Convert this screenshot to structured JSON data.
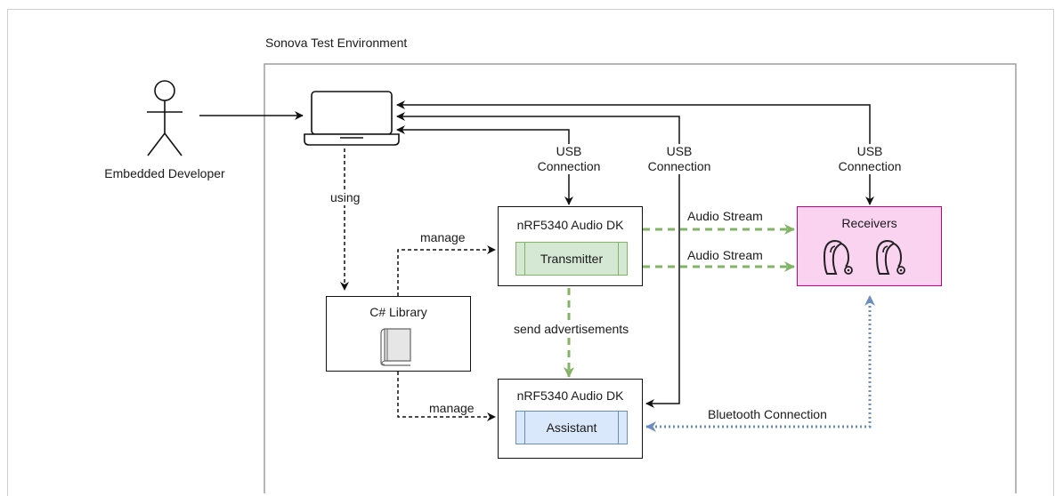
{
  "environment": {
    "title": "Sonova Test Environment"
  },
  "actor": {
    "label": "Embedded Developer"
  },
  "edges": {
    "using": "using",
    "manage_top": "manage",
    "manage_bottom": "manage",
    "usb_1": "USB\nConnection",
    "usb_2": "USB\nConnection",
    "usb_3": "USB\nConnection",
    "audio_stream_1": "Audio Stream",
    "audio_stream_2": "Audio Stream",
    "send_advertisements": "send advertisements",
    "bluetooth": "Bluetooth Connection"
  },
  "nodes": {
    "library": {
      "title": "C# Library"
    },
    "transmitter_dk": {
      "title": "nRF5340 Audio DK",
      "inner": "Transmitter"
    },
    "assistant_dk": {
      "title": "nRF5340 Audio DK",
      "inner": "Assistant"
    },
    "receivers": {
      "title": "Receivers"
    }
  },
  "colors": {
    "stroke": "#111111",
    "env_border": "#9e9e9e",
    "green_arrow": "#82b366",
    "blue_arrow": "#6c8ebf",
    "transmitter_fill": "#d5e8d4",
    "assistant_fill": "#dae8fc",
    "receivers_fill": "#f9d3ef",
    "receivers_border": "#cc0077"
  },
  "icons": [
    "stick-figure-icon",
    "laptop-icon",
    "book-icon",
    "hearing-aid-icon"
  ]
}
